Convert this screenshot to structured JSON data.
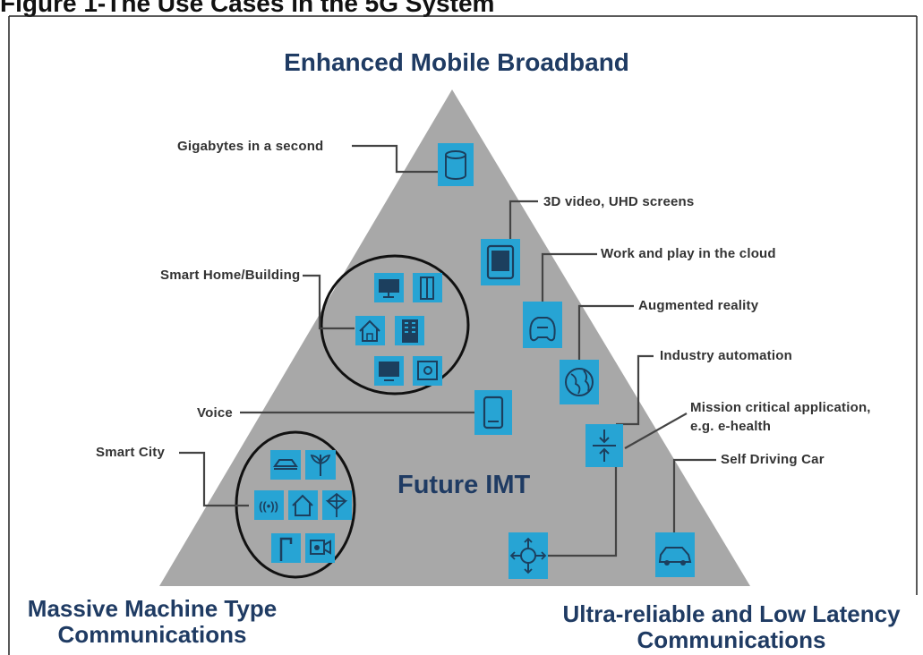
{
  "caption": "Figure 1-The Use Cases in the 5G System",
  "corners": {
    "top": "Enhanced Mobile Broadband",
    "bottom_left_line1": "Massive Machine Type",
    "bottom_left_line2": "Communications",
    "bottom_right_line1": "Ultra-reliable  and Low Latency",
    "bottom_right_line2": "Communications"
  },
  "center": "Future IMT",
  "labels": {
    "gigabytes": "Gigabytes in a second",
    "video": "3D video, UHD screens",
    "cloud": "Work and play in the cloud",
    "smart_home": "Smart Home/Building",
    "ar": "Augmented reality",
    "industry": "Industry automation",
    "voice": "Voice",
    "mission_1": "Mission critical application,",
    "mission_2": "e.g. e-health",
    "smart_city": "Smart City",
    "self_driving": "Self Driving Car"
  },
  "colors": {
    "triangle": "#a8a8a8",
    "icon_bg": "#27a4d4",
    "icon_stroke": "#1c3f5e",
    "title": "#1f3b63",
    "line": "#444444"
  }
}
